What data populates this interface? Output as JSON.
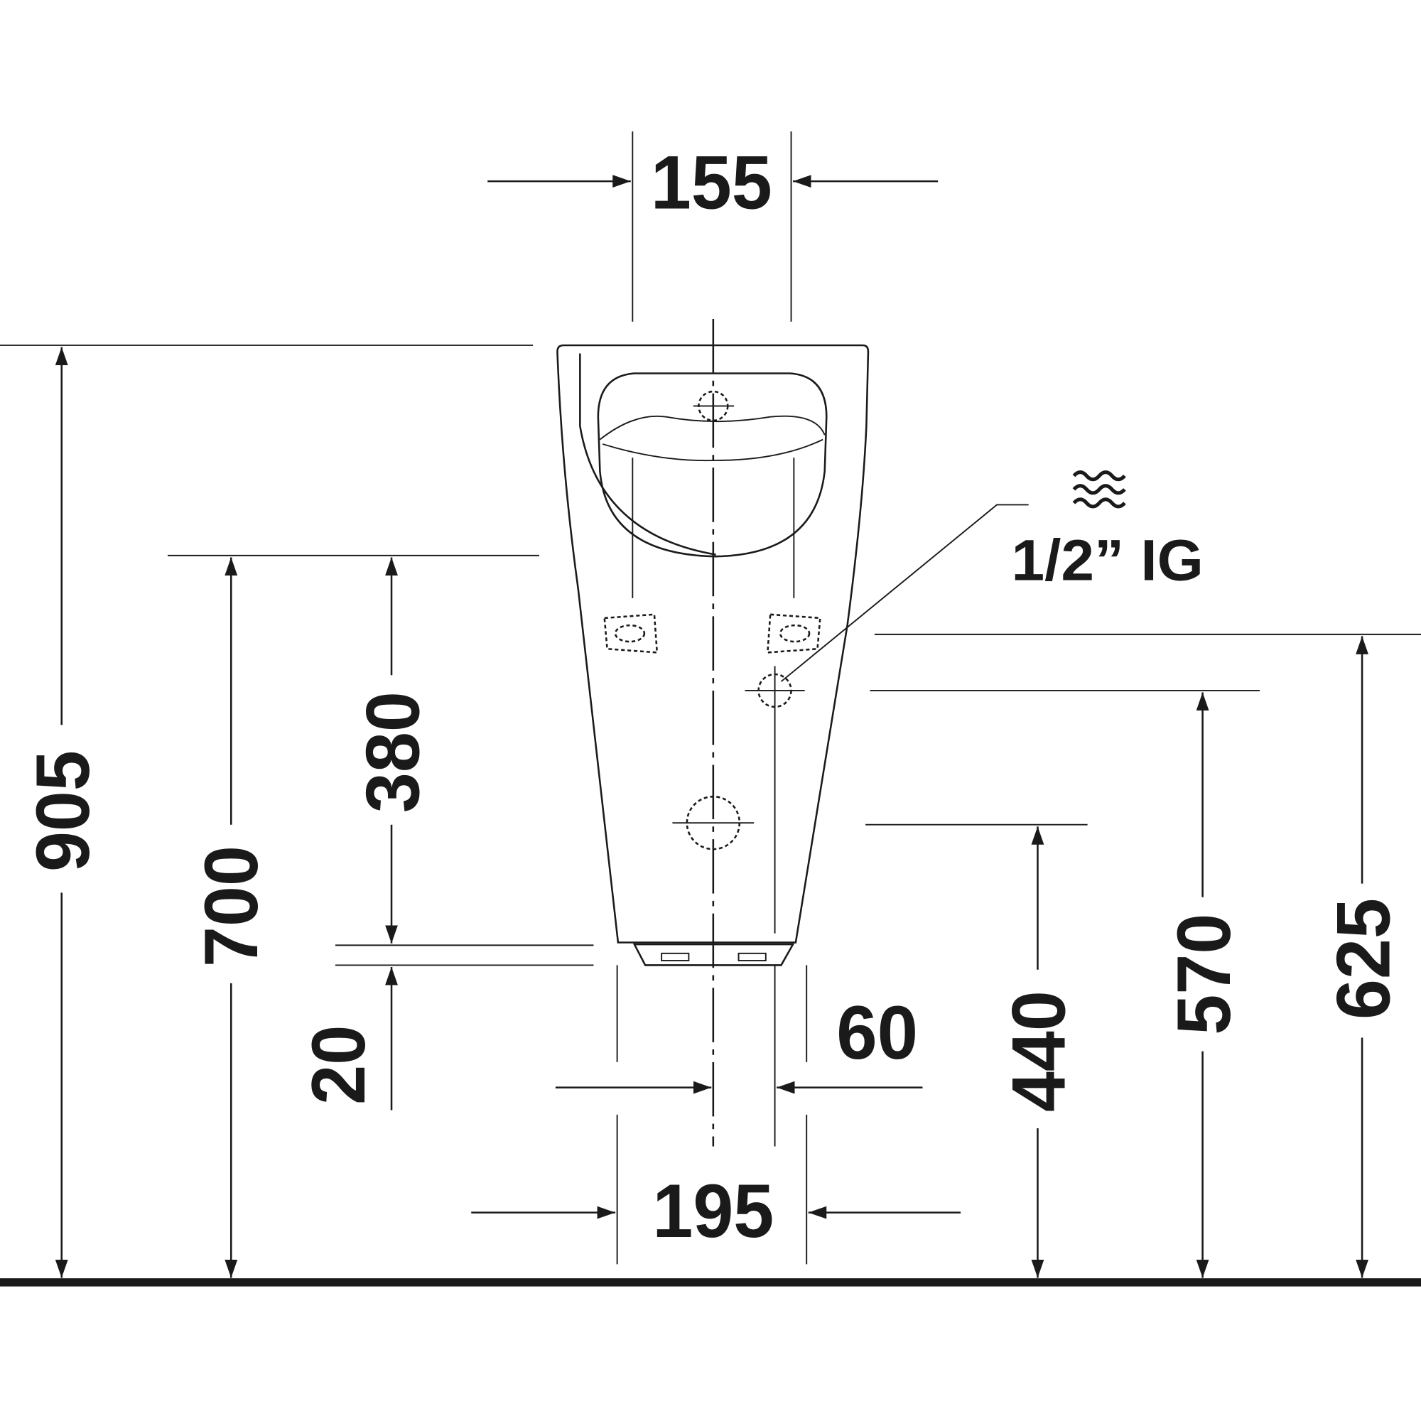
{
  "drawing": {
    "dimensions": {
      "top_width": "155",
      "total_height": "905",
      "height_700": "700",
      "height_380": "380",
      "base_20": "20",
      "offset_60": "60",
      "bottom_width": "195",
      "outlet_height": "440",
      "inlet_height": "570",
      "mount_height": "625"
    },
    "water_inlet": {
      "icon": "water-waves-icon",
      "label": "1/2” IG"
    },
    "colors": {
      "line": "#1a1a1a",
      "background": "#ffffff"
    }
  }
}
